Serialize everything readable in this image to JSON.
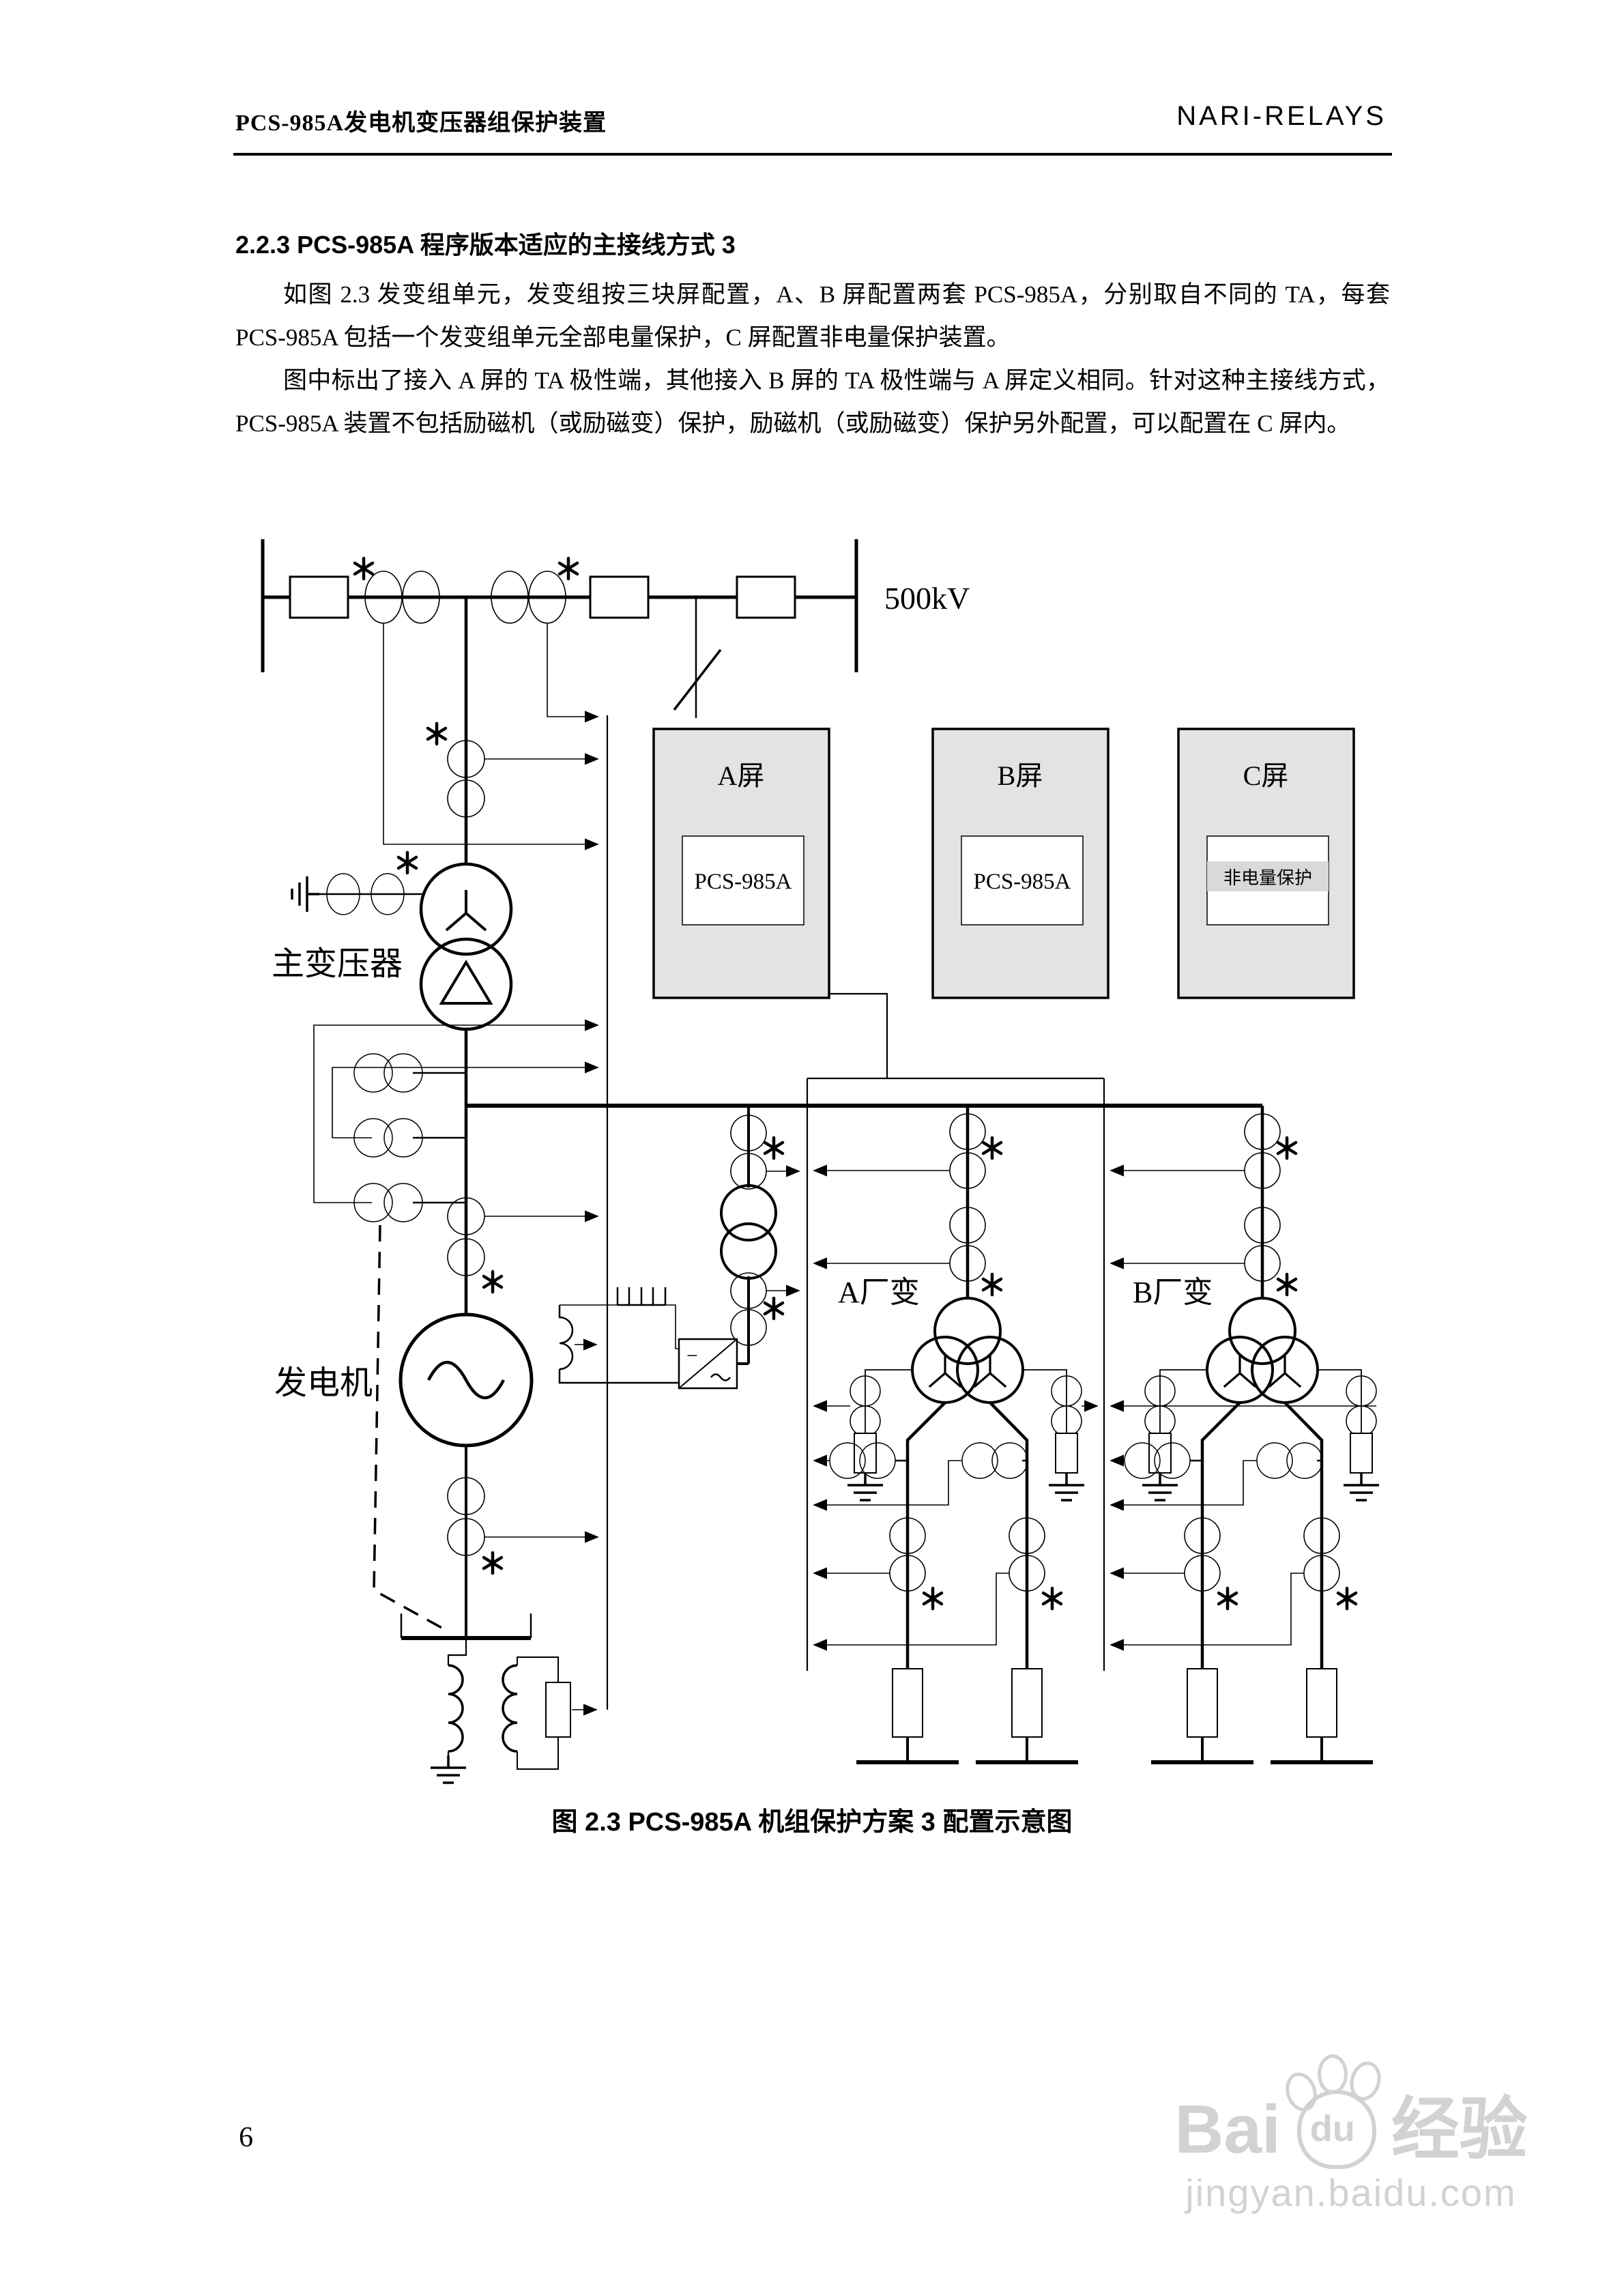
{
  "header": {
    "title": "PCS-985A发电机变压器组保护装置",
    "brand": "NARI-RELAYS"
  },
  "section": {
    "heading": "2.2.3 PCS-985A 程序版本适应的主接线方式 3",
    "paragraphs": [
      "如图 2.3 发变组单元，发变组按三块屏配置，A、B 屏配置两套 PCS-985A，分别取自不同的 TA，每套 PCS-985A 包括一个发变组单元全部电量保护，C 屏配置非电量保护装置。",
      "图中标出了接入 A 屏的 TA 极性端，其他接入 B 屏的 TA 极性端与 A 屏定义相同。针对这种主接线方式，PCS-985A 装置不包括励磁机（或励磁变）保护，励磁机（或励磁变）保护另外配置，可以配置在 C 屏内。"
    ]
  },
  "diagram": {
    "labels": {
      "voltage": "500kV",
      "main_transformer": "主变压器",
      "generator": "发电机",
      "aux_a": "A厂变",
      "aux_b": "B厂变",
      "panel_a": "A屏",
      "panel_b": "B屏",
      "panel_c": "C屏",
      "device_a": "PCS-985A",
      "device_b": "PCS-985A",
      "device_c": "非电量保护",
      "rectifier_minus": "−",
      "rectifier_ac": "~"
    }
  },
  "caption": "图 2.3 PCS-985A 机组保护方案 3 配置示意图",
  "page_number": "6",
  "watermark": {
    "brand": "Bai",
    "du": "du",
    "suffix": "经验",
    "url": "jingyan.baidu.com"
  },
  "colors": {
    "panel_fill": "#e3e3e3",
    "panel_band": "#d9d9d9",
    "line": "#000000",
    "watermark": "#d2d2d2"
  }
}
